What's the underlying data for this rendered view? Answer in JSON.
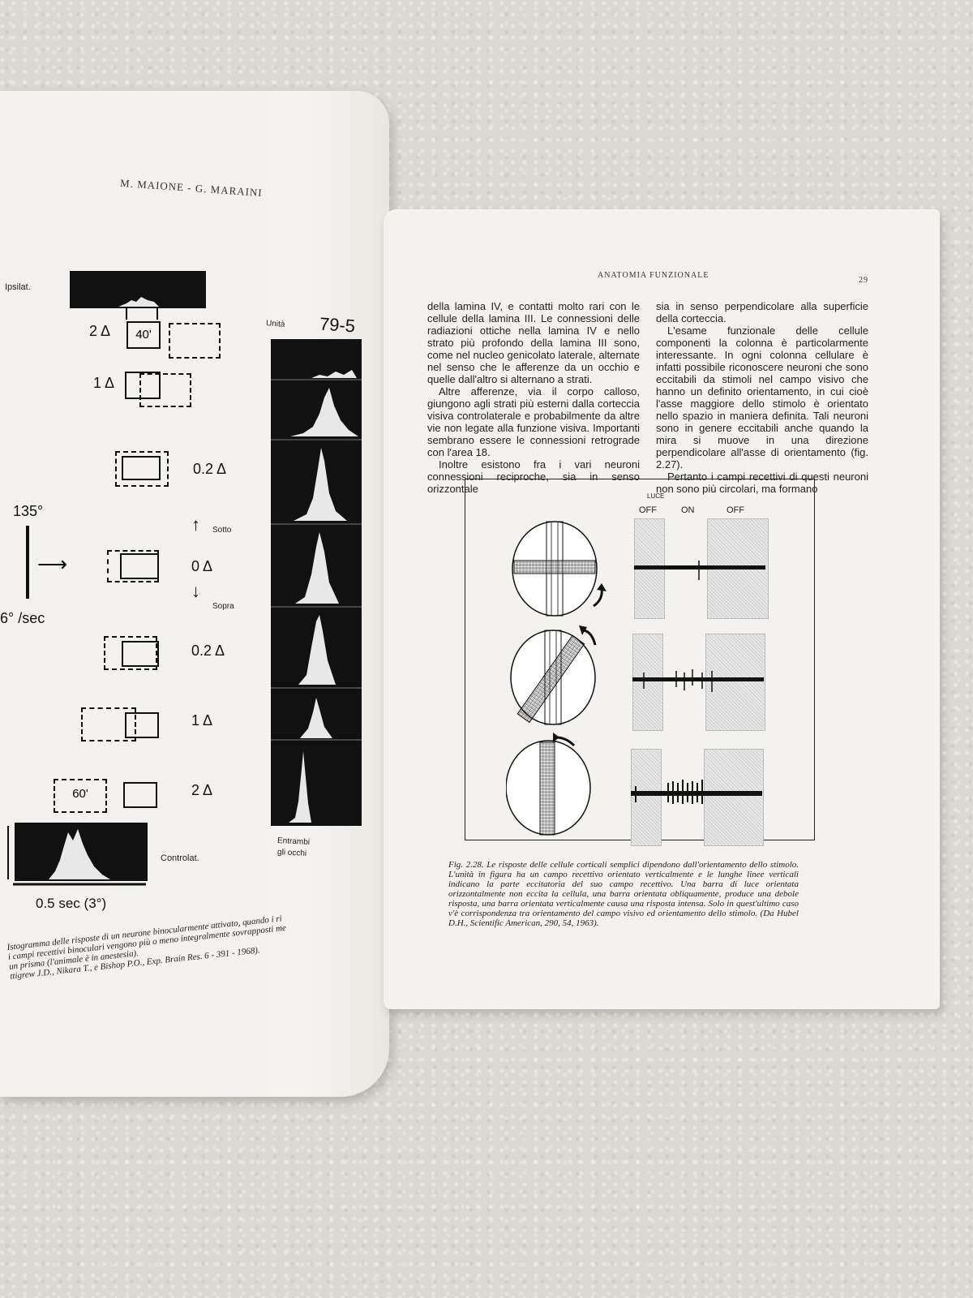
{
  "left_page": {
    "running_head": "M. MAIONE - G. MARAINI",
    "figure": {
      "ipsilat_label": "Ipsilat.",
      "unita_label": "Unità",
      "unit_number": "79-5",
      "rows": [
        {
          "label": "2 Δ",
          "box_label": "40'"
        },
        {
          "label": "1 Δ"
        },
        {
          "label": "0.2 Δ"
        },
        {
          "label": "0 Δ"
        },
        {
          "label": "0.2 Δ"
        },
        {
          "label": "1 Δ"
        },
        {
          "label": "2 Δ",
          "box_label": "60'"
        }
      ],
      "orientation": "135°",
      "speed": "6° /sec",
      "sotto": "Sotto",
      "sopra": "Sopra",
      "controlat_label": "Controlat.",
      "entrambi_label": "Entrambi",
      "occhi_label": "gli occhi",
      "time_scale": "0.5 sec (3°)"
    },
    "caption_lines": [
      "Istogramma delle risposte di un neurone binocularmente attivato, quando i ri",
      "i campi recettivi binoculari vengono più o meno integralmente sovrapposti me",
      "un prisma (l'animale è in anestesia).",
      "ttigrew J.D., Nikara T., e Bishop P.O., Exp. Brain Res. 6 - 391 - 1968)."
    ]
  },
  "right_page": {
    "running_head": "ANATOMIA FUNZIONALE",
    "page_number": "29",
    "col1": [
      "della lamina IV, e contatti molto rari con le cellule della lamina III. Le connessioni delle radiazioni ottiche nella lamina IV e nello strato più profondo della lamina III sono, come nel nucleo genicolato laterale, alternate nel senso che le afferenze da un occhio e quelle dall'altro si alternano a strati.",
      "Altre afferenze, via il corpo calloso, giungono agli strati più esterni dalla corteccia visiva controlaterale e probabilmente da altre vie non legate alla funzione visiva. Importanti sembrano essere le connessioni retrograde con l'area 18.",
      "Inoltre esistono fra i vari neuroni connessioni reciproche, sia in senso orizzontale"
    ],
    "col2": [
      "sia in senso perpendicolare alla superficie della corteccia.",
      "L'esame funzionale delle cellule componenti la colonna è particolarmente interessante. In ogni colonna cellulare è infatti possibile riconoscere neuroni che sono eccitabili da stimoli nel campo visivo che hanno un definito orientamento, in cui cioè l'asse maggiore dello stimolo è orientato nello spazio in maniera definita. Tali neuroni sono in genere eccitabili anche quando la mira si muove in una direzione perpendicolare all'asse di orientamento (fig. 2.27).",
      "Pertanto i campi recettivi di questi neuroni non sono più circolari, ma formano"
    ],
    "figure": {
      "luce": "LUCE",
      "off1": "OFF",
      "on": "ON",
      "off2": "OFF"
    },
    "caption": "Fig. 2.28. Le risposte delle cellule corticali semplici dipendono dall'orientamento dello stimolo. L'unità in figura ha un campo recettivo orientato verticalmente e le lunghe linee verticali indicano la parte eccitatoria del suo campo recettivo. Una barra di luce orientata orizzontalmente non eccita la cellula, una barra orientata obliquamente, produce una debole risposta, una barra orientata verticalmente causa una risposta intensa. Solo in quest'ultimo caso v'è corrispondenza tra orientamento del campo visivo ed orientamento dello stimolo. (Da Hubel D.H., Scientific American, 290, 54, 1963)."
  }
}
